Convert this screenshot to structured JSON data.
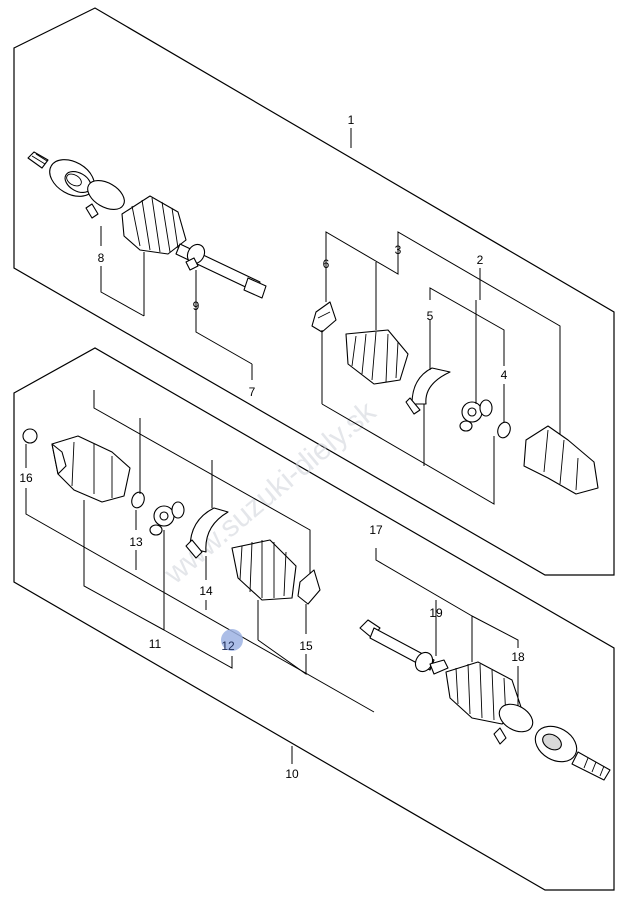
{
  "diagram": {
    "watermark": "www.suzuki-diely.sk",
    "callouts": {
      "c1": "1",
      "c2": "2",
      "c3": "3",
      "c4": "4",
      "c5": "5",
      "c6": "6",
      "c7": "7",
      "c8": "8",
      "c9": "9",
      "c10": "10",
      "c11": "11",
      "c12": "12",
      "c13": "13",
      "c14": "14",
      "c15": "15",
      "c16": "16",
      "c17": "17",
      "c18": "18",
      "c19": "19"
    },
    "highlight": {
      "label": "12",
      "color": "#9db3e3"
    }
  }
}
